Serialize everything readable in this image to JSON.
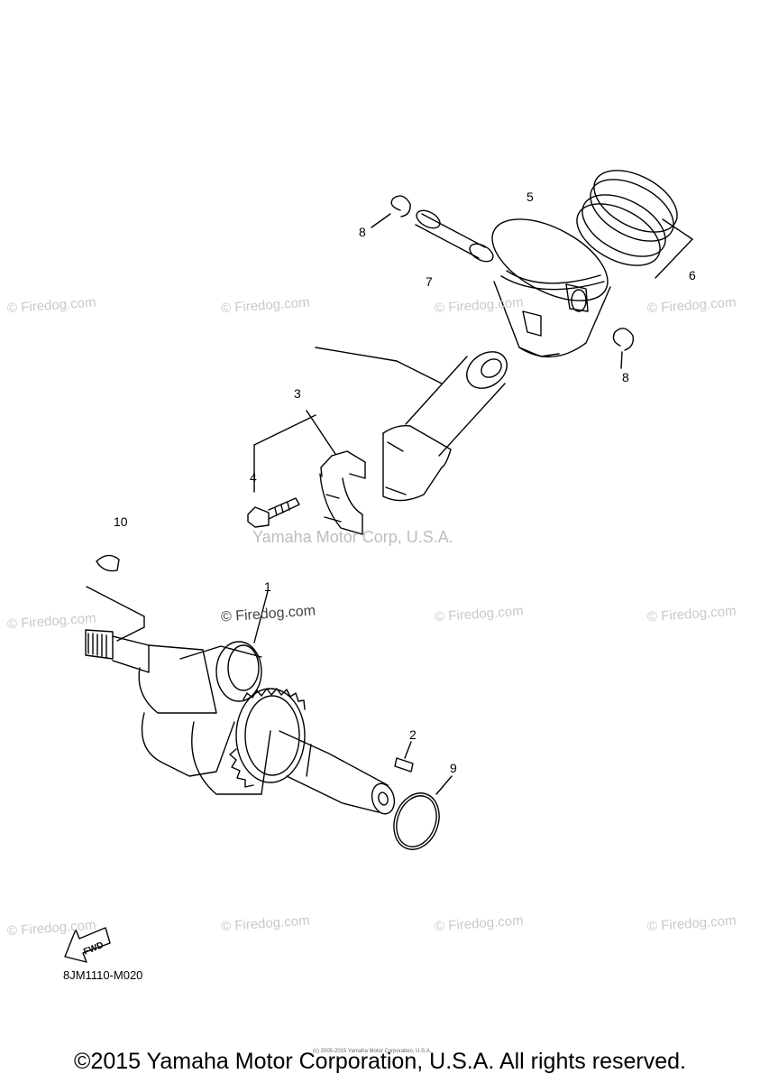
{
  "callouts": {
    "c1": "1",
    "c2": "2",
    "c3": "3",
    "c4": "4",
    "c5": "5",
    "c6": "6",
    "c7": "7",
    "c8a": "8",
    "c8b": "8",
    "c9": "9",
    "c10": "10"
  },
  "watermark": "© Firedog.com",
  "yamaha_mark": "Yamaha Motor Corp, U.S.A.",
  "fwd_label": "FWD",
  "diagram_code": "8JM1110-M020",
  "copyright": "©2015 Yamaha Motor Corporation, U.S.A. All rights reserved.",
  "tiny_copyright": "(c) 2005-2015 Yamaha Motor Corporation, U.S.A."
}
